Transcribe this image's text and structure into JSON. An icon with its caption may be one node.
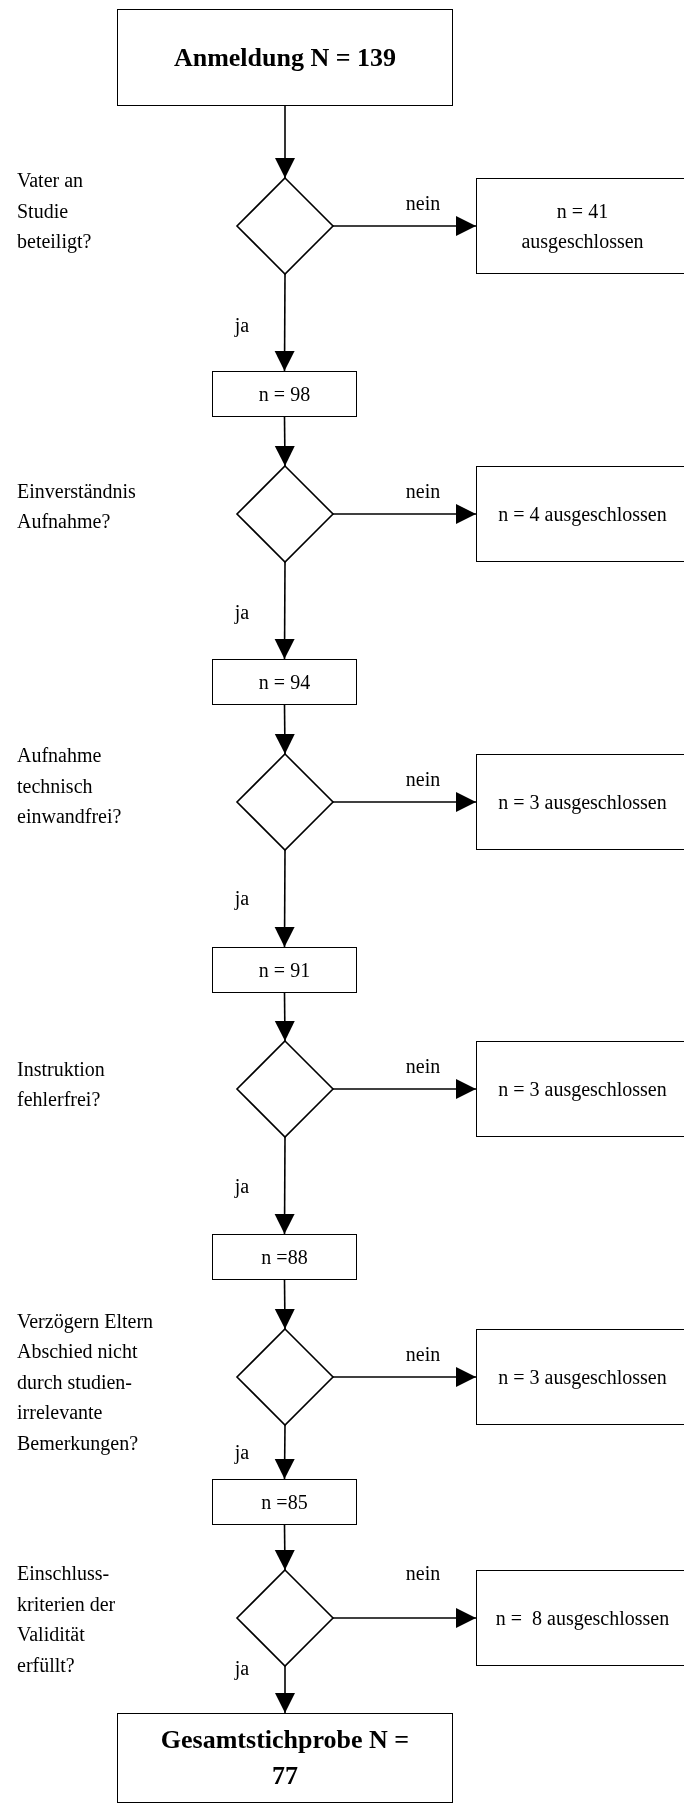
{
  "diagram": {
    "nodes": [
      {
        "text": [
          "Anmeldung N = 139"
        ]
      },
      {
        "text": [],
        "shape": "diamond"
      },
      {
        "text": [
          "n = 41 ausgeschlossen"
        ]
      },
      {
        "text": [
          "n = 98"
        ]
      },
      {
        "text": [],
        "shape": "diamond"
      },
      {
        "text": [
          "n = 4 ausgeschlossen"
        ]
      },
      {
        "text": [
          "n = 94"
        ]
      },
      {
        "text": [],
        "shape": "diamond"
      },
      {
        "text": [
          "n = 3 ausgeschlossen"
        ]
      },
      {
        "text": [
          "n = 91"
        ]
      },
      {
        "text": [],
        "shape": "diamond"
      },
      {
        "text": [
          "n = 3 ausgeschlossen"
        ]
      },
      {
        "text": [
          "n =88"
        ]
      },
      {
        "text": [],
        "shape": "diamond"
      },
      {
        "text": [
          "n = 3 ausgeschlossen"
        ]
      },
      {
        "text": [
          "n =85"
        ]
      },
      {
        "text": [],
        "shape": "diamond"
      },
      {
        "text": [
          "n =  8 ausgeschlossen"
        ]
      },
      {
        "text": [
          "Gesamtstichprobe N = 77"
        ]
      }
    ],
    "edges": [
      {
        "from": 0,
        "to": 1,
        "arrow": "to"
      },
      {
        "from": 1,
        "to": 2,
        "arrow": "to",
        "label": "nein"
      },
      {
        "from": 1,
        "to": 3,
        "arrow": "to",
        "label": "ja"
      },
      {
        "from": 3,
        "to": 4,
        "arrow": "to"
      },
      {
        "from": 4,
        "to": 5,
        "arrow": "to",
        "label": "nein"
      },
      {
        "from": 4,
        "to": 6,
        "arrow": "to",
        "label": "ja"
      },
      {
        "from": 6,
        "to": 7,
        "arrow": "to"
      },
      {
        "from": 7,
        "to": 8,
        "arrow": "to",
        "label": "nein"
      },
      {
        "from": 7,
        "to": 9,
        "arrow": "to",
        "label": "ja"
      },
      {
        "from": 9,
        "to": 10,
        "arrow": "to"
      },
      {
        "from": 10,
        "to": 11,
        "arrow": "to",
        "label": "nein"
      },
      {
        "from": 10,
        "to": 12,
        "arrow": "to",
        "label": "ja"
      },
      {
        "from": 12,
        "to": 13,
        "arrow": "to"
      },
      {
        "from": 13,
        "to": 14,
        "arrow": "to",
        "label": "nein"
      },
      {
        "from": 13,
        "to": 15,
        "arrow": "to",
        "label": "ja"
      },
      {
        "from": 15,
        "to": 16,
        "arrow": "to"
      },
      {
        "from": 16,
        "to": 17,
        "arrow": "to",
        "label": "nein"
      },
      {
        "from": 16,
        "to": 18,
        "arrow": "to",
        "label": "ja"
      }
    ],
    "labels": [
      "Vater an Studie beteiligt?",
      "Einverständnis Aufnahme?",
      "Aufnahme technisch einwandfrei?",
      "Instruktion fehlerfrei?",
      "Verzögern Eltern Abschied nicht durch studien- irrelevante Bemerkungen?",
      "Einschluss- kriterien der Validität erfüllt?"
    ]
  }
}
